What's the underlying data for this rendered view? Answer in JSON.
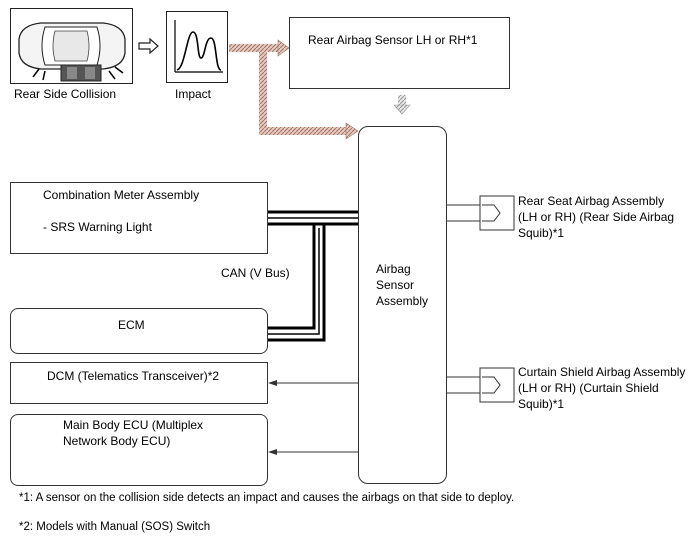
{
  "top": {
    "collision_caption": "Rear Side Collision",
    "impact_caption": "Impact",
    "rear_sensor_label": "Rear Airbag Sensor LH or RH*1"
  },
  "left": {
    "combination_meter_title": "Combination Meter Assembly",
    "combination_meter_item": "- SRS Warning Light",
    "can_label": "CAN (V Bus)",
    "ecm_label": "ECM",
    "dcm_label": "DCM (Telematics Transceiver)*2",
    "main_body_ecu_label": "Main Body ECU (Multiplex Network Body ECU)"
  },
  "center": {
    "airbag_sensor_label": "Airbag Sensor Assembly"
  },
  "right": {
    "rear_seat_airbag_label": "Rear Seat Airbag Assembly (LH or RH) (Rear Side Airbag Squib)*1",
    "curtain_shield_label": "Curtain Shield Airbag Assembly (LH or RH) (Curtain Shield Squib)*1"
  },
  "footnotes": {
    "note1": "*1: A sensor on the collision side detects an impact and causes the airbags on that side to deploy.",
    "note2": "*2: Models with Manual (SOS) Switch"
  }
}
